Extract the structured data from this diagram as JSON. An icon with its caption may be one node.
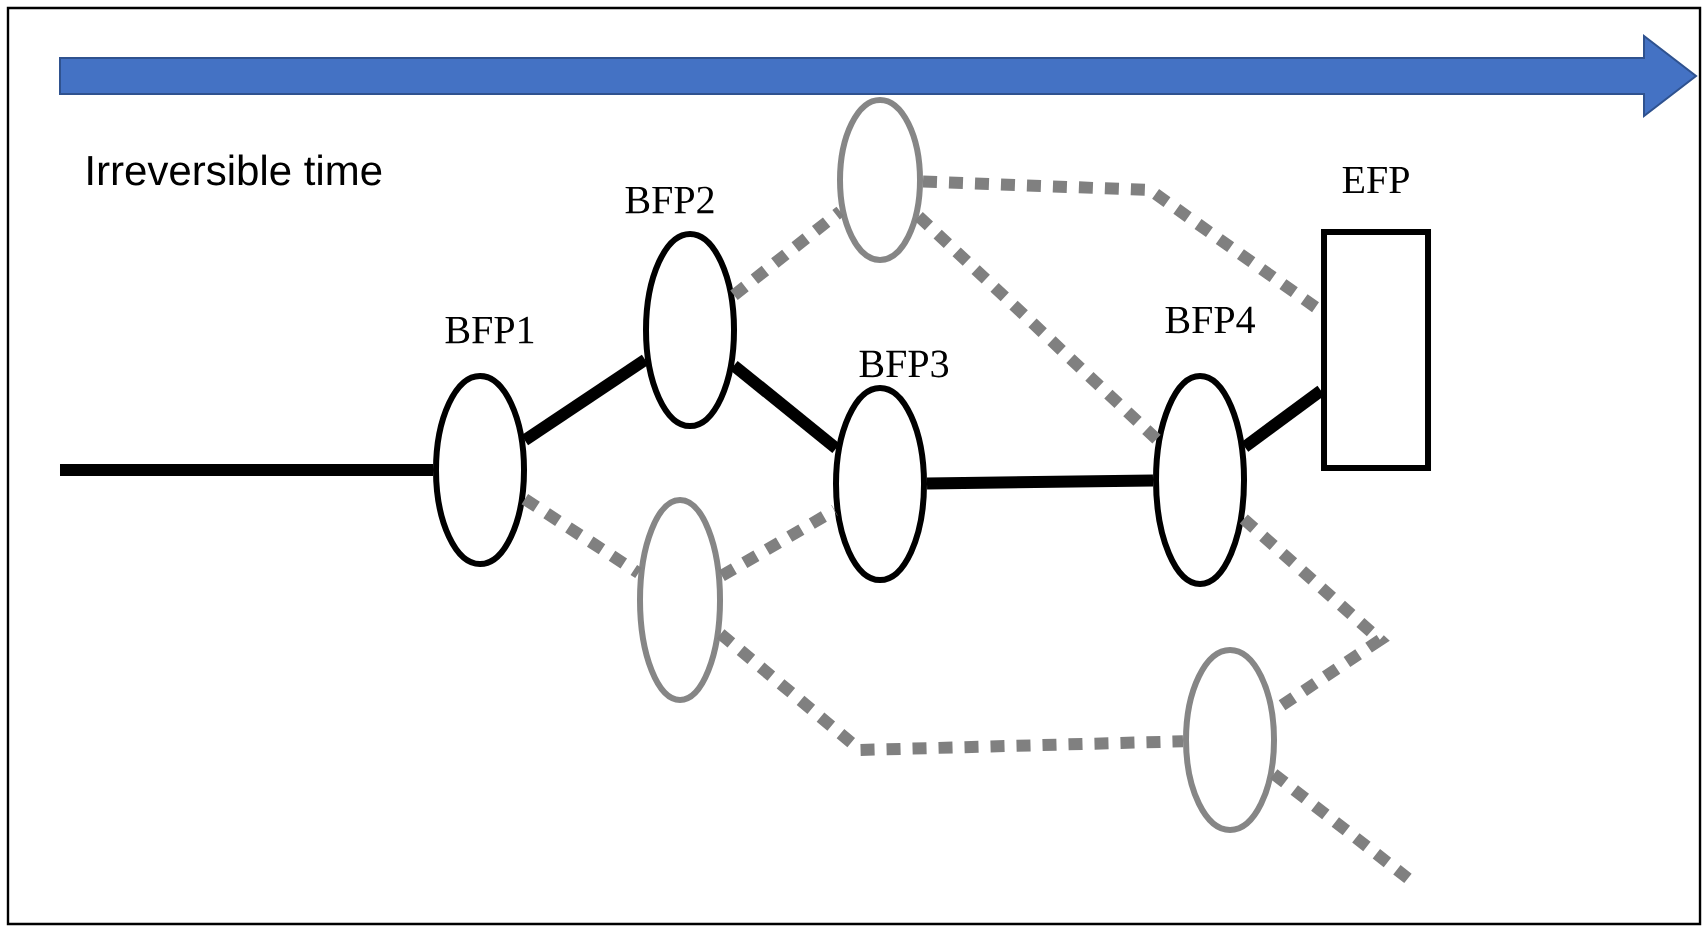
{
  "diagram": {
    "nodes": [
      {
        "text": [
          "BFP1"
        ]
      },
      {
        "text": [
          "BFP2"
        ]
      },
      {
        "text": [
          "BFP3"
        ]
      },
      {
        "text": [
          "BFP4"
        ]
      },
      {
        "text": [
          "EFP"
        ]
      },
      {
        "text": [],
        "shape": "ellipse"
      },
      {
        "text": [],
        "shape": "ellipse"
      },
      {
        "text": [],
        "shape": "ellipse"
      }
    ],
    "edges": [
      {
        "from": null,
        "to": 0,
        "arrow": "none",
        "color": "#000000"
      },
      {
        "from": 0,
        "to": 1,
        "arrow": "none",
        "color": "#000000"
      },
      {
        "from": 1,
        "to": 2,
        "arrow": "none",
        "color": "#000000"
      },
      {
        "from": 2,
        "to": 3,
        "arrow": "none",
        "color": "#000000"
      },
      {
        "from": 3,
        "to": 4,
        "arrow": "none",
        "color": "#000000"
      },
      {
        "from": 0,
        "to": 6,
        "arrow": "none",
        "style": "dashed",
        "color": "#808080"
      },
      {
        "from": 6,
        "to": 2,
        "arrow": "none",
        "style": "dashed",
        "color": "#808080"
      },
      {
        "from": 1,
        "to": 5,
        "arrow": "none",
        "style": "dashed",
        "color": "#808080"
      },
      {
        "from": 5,
        "to": 4,
        "arrow": "none",
        "style": "dashed",
        "color": "#808080"
      },
      {
        "from": 5,
        "to": 3,
        "arrow": "none",
        "style": "dashed",
        "color": "#808080"
      },
      {
        "from": 6,
        "to": 7,
        "arrow": "none",
        "style": "dashed",
        "color": "#808080"
      },
      {
        "from": 3,
        "to": 7,
        "arrow": "none",
        "style": "dashed",
        "color": "#808080"
      },
      {
        "from": 7,
        "to": null,
        "arrow": "none",
        "style": "dashed",
        "color": "#808080"
      }
    ],
    "labels": [
      "Irreversible time"
    ]
  }
}
